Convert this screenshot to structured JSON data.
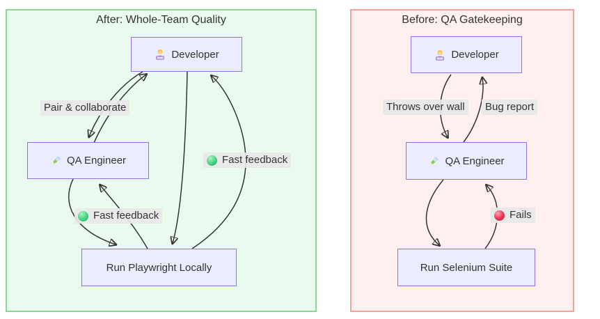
{
  "diagram": {
    "after": {
      "title": "After: Whole-Team Quality",
      "colors": {
        "background": "#ebfaef",
        "border": "#8fd695",
        "status_dot": "#45d381"
      },
      "nodes": {
        "developer": "Developer",
        "qa_engineer": "QA Engineer",
        "run_local": "Run Playwright Locally"
      },
      "edge_labels": {
        "pair_collaborate": "Pair & collaborate",
        "fast_feedback_to_developer": "Fast feedback",
        "fast_feedback_to_qa": "Fast feedback"
      }
    },
    "before": {
      "title": "Before: QA Gatekeeping",
      "colors": {
        "background": "#fdf0ee",
        "border": "#f2a29b",
        "status_dot": "#e63253"
      },
      "nodes": {
        "developer": "Developer",
        "qa_engineer": "QA Engineer",
        "run_suite": "Run Selenium Suite"
      },
      "edge_labels": {
        "throws_over_wall": "Throws over wall",
        "bug_report": "Bug report",
        "fails": "Fails"
      }
    },
    "icons": {
      "developer": "technologist-emoji",
      "qa_engineer": "test-tube-emoji",
      "positive": "green-circle-emoji",
      "negative": "red-circle-emoji"
    },
    "node_style": {
      "fill": "#ECECFF",
      "stroke": "#9370DB",
      "text": "#333333"
    },
    "edge_style": {
      "stroke": "#333333",
      "label_background": "#e8e8e8"
    }
  }
}
